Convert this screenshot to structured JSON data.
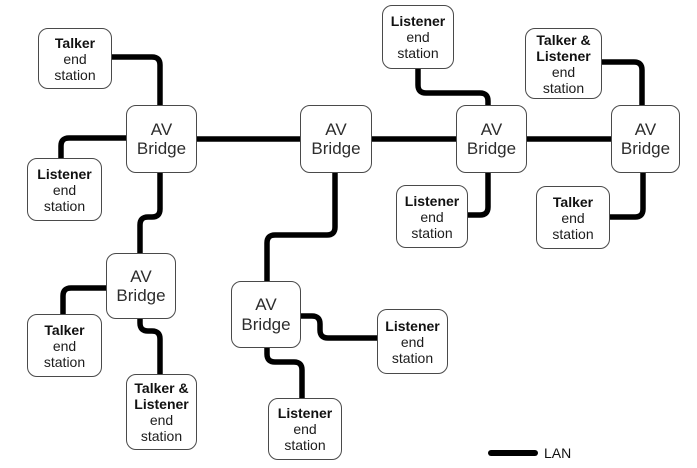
{
  "colors": {
    "line": "#000000",
    "box_border": "#4a4a4a",
    "station_text": "#111111",
    "bridge_text": "#2d2d2d",
    "background": "#ffffff"
  },
  "legend": {
    "label": "LAN"
  },
  "av_bridge": {
    "line1": "AV",
    "line2": "Bridge"
  },
  "stations": {
    "talker_top_left": {
      "title": "Talker",
      "line2": "end",
      "line3": "station"
    },
    "listener_left": {
      "title": "Listener",
      "line2": "end",
      "line3": "station"
    },
    "listener_top_middle": {
      "title": "Listener",
      "line2": "end",
      "line3": "station"
    },
    "talker_listener_top_right": {
      "title1": "Talker &",
      "title2": "Listener",
      "line3": "end",
      "line4": "station"
    },
    "listener_below_bridge3": {
      "title": "Listener",
      "line2": "end",
      "line3": "station"
    },
    "talker_below_bridge4": {
      "title": "Talker",
      "line2": "end",
      "line3": "station"
    },
    "talker_bottom_left": {
      "title": "Talker",
      "line2": "end",
      "line3": "station"
    },
    "talker_listener_bottom": {
      "title1": "Talker &",
      "title2": "Listener",
      "line3": "end",
      "line4": "station"
    },
    "listener_right_of_bridge6": {
      "title": "Listener",
      "line2": "end",
      "line3": "station"
    },
    "listener_bottom_middle": {
      "title": "Listener",
      "line2": "end",
      "line3": "station"
    }
  }
}
